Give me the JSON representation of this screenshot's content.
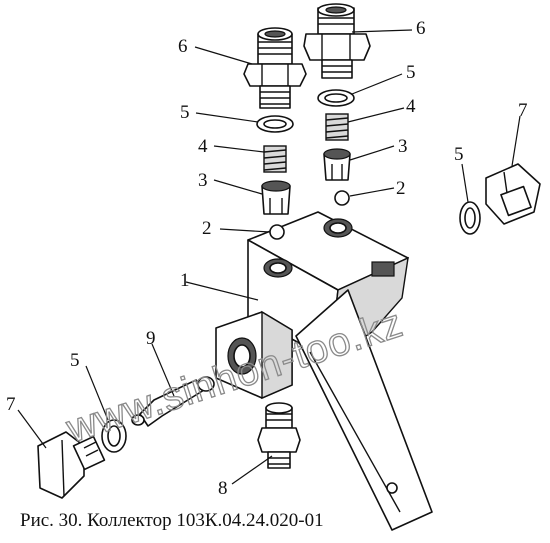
{
  "caption": "Рис. 30. Коллектор 103К.04.24.020-01",
  "watermark": "www.sinhon-too.kz",
  "callouts": {
    "c1": "1",
    "c2a": "2",
    "c2b": "2",
    "c3a": "3",
    "c3b": "3",
    "c4a": "4",
    "c4b": "4",
    "c5a": "5",
    "c5b": "5",
    "c5c": "5",
    "c5d": "5",
    "c6a": "6",
    "c6b": "6",
    "c7a": "7",
    "c7b": "7",
    "c8": "8",
    "c9": "9"
  }
}
